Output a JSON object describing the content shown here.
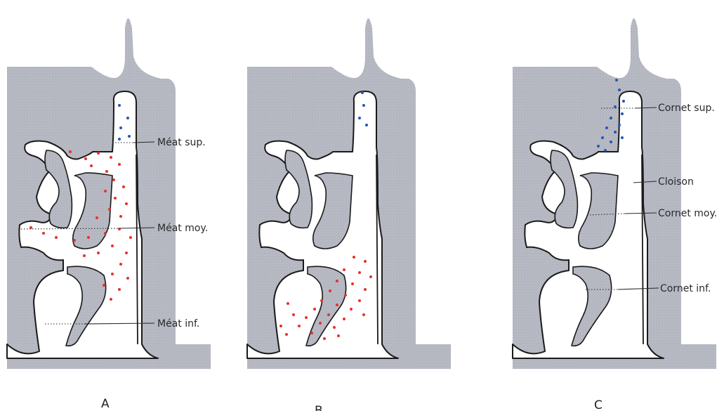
{
  "colors": {
    "tissue": "#b9bbc4",
    "outline": "#1a1a1a",
    "red_dots": "#e5312b",
    "blue_dots": "#2456b8"
  },
  "panels": [
    {
      "caption": "A",
      "labels": {
        "meat_sup": "Méat sup.",
        "meat_moy": "Méat moy.",
        "meat_inf": "Méat inf."
      }
    },
    {
      "caption": "B"
    },
    {
      "caption": "C",
      "labels": {
        "cornet_sup": "Cornet sup.",
        "cloison": "Cloison",
        "cornet_moy": "Cornet moy.",
        "cornet_inf": "Cornet inf."
      }
    }
  ]
}
